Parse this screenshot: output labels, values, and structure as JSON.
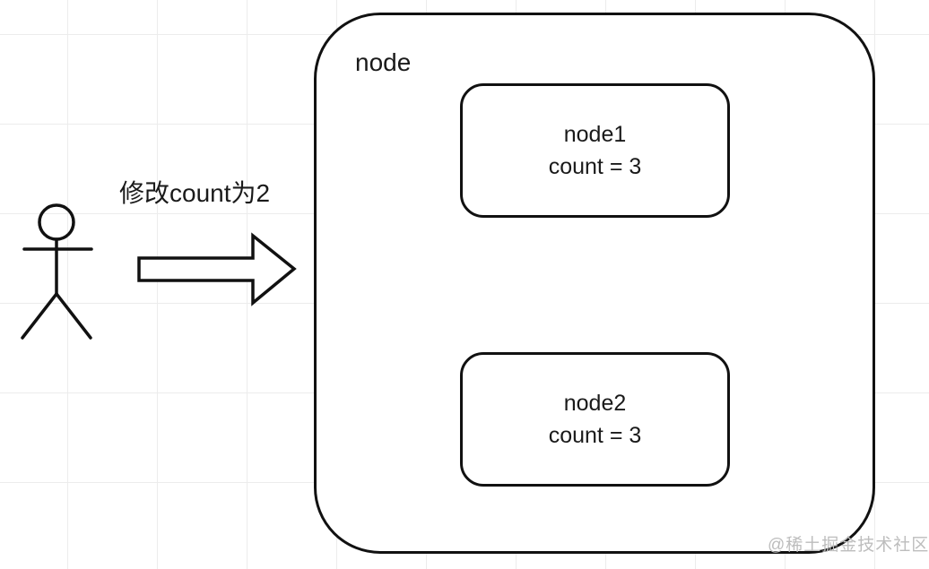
{
  "diagram": {
    "action_label": "修改count为2",
    "container": {
      "label": "node",
      "children": [
        {
          "title": "node1",
          "value": "count = 3"
        },
        {
          "title": "node2",
          "value": "count = 3"
        }
      ]
    }
  },
  "watermark": {
    "text": "@稀土掘金技术社区"
  },
  "icons": {
    "person": "stick-figure-person",
    "arrow": "block-arrow-right"
  },
  "colors": {
    "stroke": "#111111",
    "text": "#1a1a1a",
    "grid": "#ececec",
    "background": "#ffffff",
    "watermark": "#bdbdbd"
  }
}
